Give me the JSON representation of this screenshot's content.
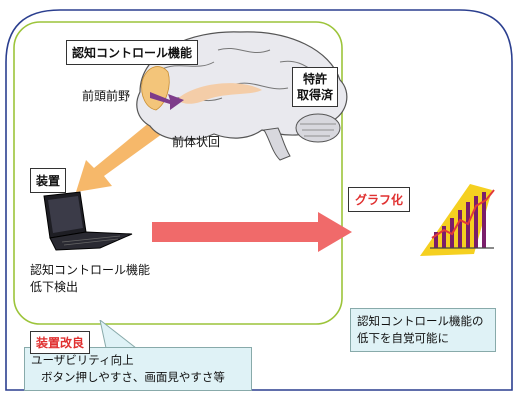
{
  "labels": {
    "cognitive_control_function": "認知コントロール機能",
    "patent_line1": "特許",
    "patent_line2": "取得済",
    "prefrontal": "前頭前野",
    "anterior_cingulate": "前体状回",
    "device": "装置",
    "detection_line1": "認知コントロール機能",
    "detection_line2": "低下検出",
    "graph": "グラフ化",
    "awareness_line1": "認知コントロール機能の",
    "awareness_line2": "低下を自覚可能に",
    "improvement": "装置改良",
    "usability_line1": "ユーザビリティ向上",
    "usability_line2": "ボタン押しやすさ、画面見やすさ等"
  },
  "colors": {
    "outer_border": "#2b3f8f",
    "inner_border": "#9cc43a",
    "red_arrow": "#f06a6a",
    "orange_arrow": "#f2b04a",
    "chart_bars": "#7a1e6a",
    "chart_line": "#e03a3a",
    "chart_fill": "#f5d020"
  },
  "chart_data": {
    "type": "bar",
    "series": [
      {
        "values": [
          3,
          5,
          4,
          7,
          6,
          9,
          8,
          10
        ]
      }
    ]
  }
}
